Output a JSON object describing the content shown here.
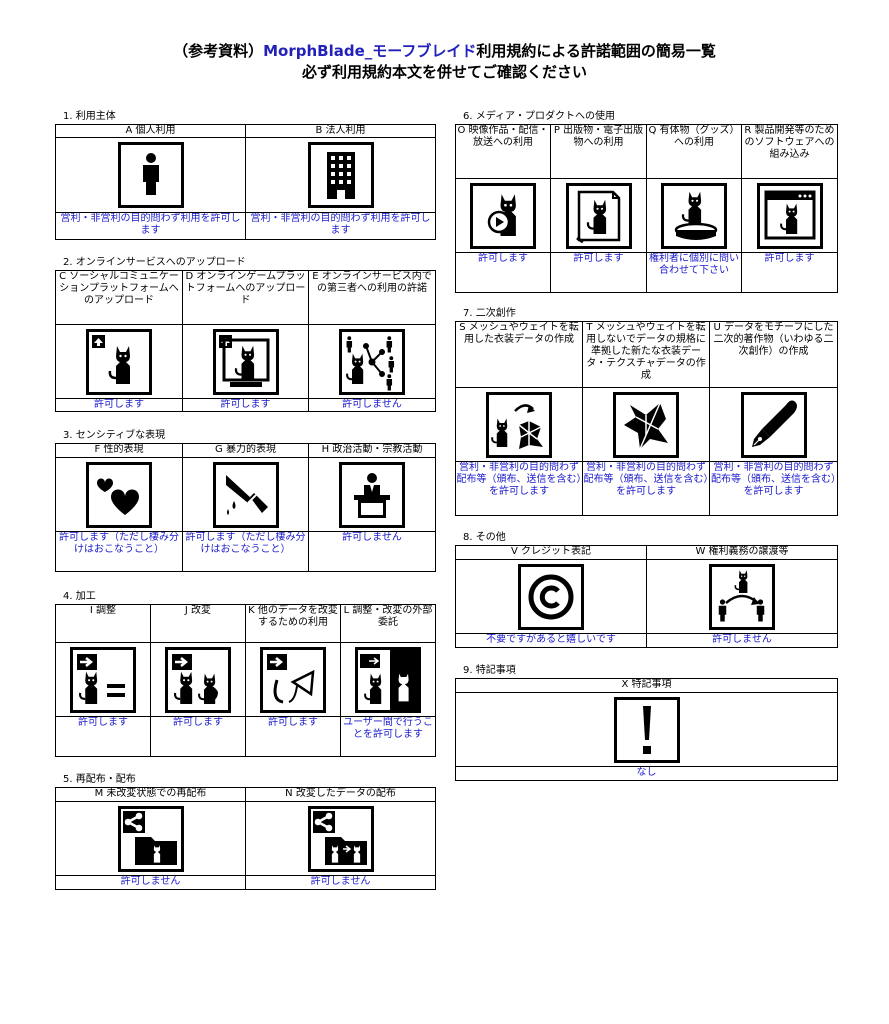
{
  "header": {
    "title_prefix": "（参考資料）",
    "title_brand": "MorphBlade_モーフブレイド",
    "title_suffix": "利用規約による許諾範囲の簡易一覧",
    "subtitle": "必ず利用規約本文を併せてご確認ください"
  },
  "colors": {
    "link": "#1a1acc",
    "brand": "#2222bb"
  },
  "sections": {
    "s1": {
      "title": "1. 利用主体",
      "items": [
        {
          "label": "A 個人利用",
          "icon": "person-icon",
          "result": "営利・非営利の目的問わず利用を許可します"
        },
        {
          "label": "B 法人利用",
          "icon": "building-icon",
          "result": "営利・非営利の目的問わず利用を許可します"
        }
      ]
    },
    "s2": {
      "title": "2. オンラインサービスへのアップロード",
      "items": [
        {
          "label": "C ソーシャルコミュニケーションプラットフォームへのアップロード",
          "icon": "upload-cat-icon",
          "result": "許可します"
        },
        {
          "label": "D オンラインゲームプラットフォームへのアップロード",
          "icon": "upload-game-icon",
          "result": "許可します"
        },
        {
          "label": "E オンラインサービス内での第三者への利用の許諾",
          "icon": "share-network-icon",
          "result": "許可しません"
        }
      ]
    },
    "s3": {
      "title": "3. センシティブな表現",
      "items": [
        {
          "label": "F 性的表現",
          "icon": "hearts-icon",
          "result": "許可します（ただし棲み分けはおこなうこと）"
        },
        {
          "label": "G 暴力的表現",
          "icon": "knife-icon",
          "result": "許可します（ただし棲み分けはおこなうこと）"
        },
        {
          "label": "H 政治活動・宗教活動",
          "icon": "podium-speaker-icon",
          "result": "許可しません"
        }
      ]
    },
    "s4": {
      "title": "4. 加工",
      "items": [
        {
          "label": "I 調整",
          "icon": "adjust-equal-icon",
          "result": "許可します"
        },
        {
          "label": "J 改変",
          "icon": "modify-icon",
          "result": "許可します"
        },
        {
          "label": "K 他のデータを改変するための利用",
          "icon": "bow-parts-icon",
          "result": "許可します"
        },
        {
          "label": "L 調整・改変の外部委託",
          "icon": "outsource-icon",
          "result": "ユーザー間で行うことを許可します"
        }
      ]
    },
    "s5": {
      "title": "5. 再配布・配布",
      "items": [
        {
          "label": "M 未改変状態での再配布",
          "icon": "share-folder-icon",
          "result": "許可しません"
        },
        {
          "label": "N 改変したデータの配布",
          "icon": "share-modified-folder-icon",
          "result": "許可しません"
        }
      ]
    },
    "s6": {
      "title": "6. メディア・プロダクトへの使用",
      "items": [
        {
          "label": "O 映像作品・配信・放送への利用",
          "icon": "video-cat-icon",
          "result": "許可します"
        },
        {
          "label": "P 出版物・電子出版物への利用",
          "icon": "book-cat-icon",
          "result": "許可します"
        },
        {
          "label": "Q 有体物（グッズ）への利用",
          "icon": "figure-cat-icon",
          "result": "権利者に個別に問い合わせて下さい"
        },
        {
          "label": "R 製品開発等のためのソフトウェアへの組み込み",
          "icon": "software-cat-icon",
          "result": "許可します"
        }
      ]
    },
    "s7": {
      "title": "7. 二次創作",
      "items": [
        {
          "label": "S メッシュやウェイトを転用した衣装データの作成",
          "icon": "mesh-transfer-icon",
          "result": "営利・非営利の目的問わず配布等（頒布、送信を含む）を許可します"
        },
        {
          "label": "T メッシュやウェイトを転用しないでデータの規格に準拠した新たな衣装データ・テクスチャデータの作成",
          "icon": "new-outfit-icon",
          "result": "営利・非営利の目的問わず配布等（頒布、送信を含む）を許可します"
        },
        {
          "label": "U データをモチーフにした二次的著作物（いわゆる二次創作）の作成",
          "icon": "pen-nib-icon",
          "result": "営利・非営利の目的問わず配布等（頒布、送信を含む）を許可します"
        }
      ]
    },
    "s8": {
      "title": "8. その他",
      "items": [
        {
          "label": "V クレジット表記",
          "icon": "copyright-icon",
          "result": "不要ですがあると嬉しいです"
        },
        {
          "label": "W 権利義務の譲渡等",
          "icon": "transfer-rights-icon",
          "result": "許可しません"
        }
      ]
    },
    "s9": {
      "title": "9. 特記事項",
      "items": [
        {
          "label": "X 特記事項",
          "icon": "exclamation-icon",
          "result": "なし"
        }
      ]
    }
  }
}
